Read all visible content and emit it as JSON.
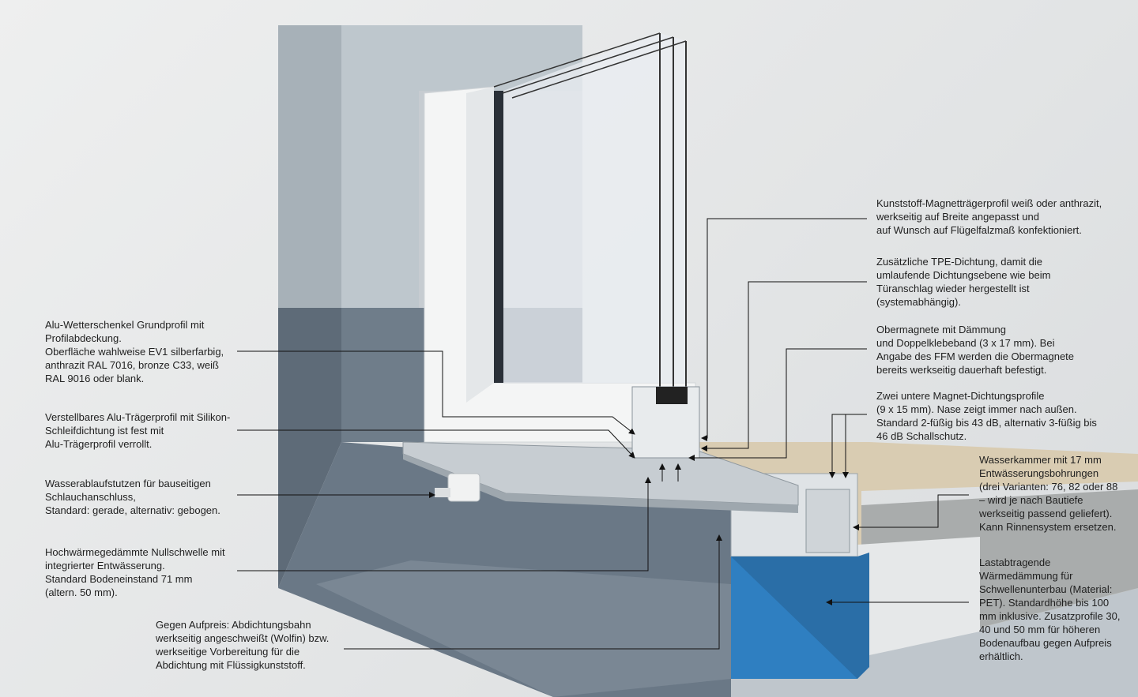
{
  "annotations": {
    "magnet_carrier": "Kunststoff-Magnetträgerprofil weiß oder anthrazit,\nwerkseitig auf Breite angepasst und\nauf Wunsch auf Flügelfalzmaß konfektioniert.",
    "tpe_seal": "Zusätzliche TPE-Dichtung, damit die\numlaufende Dichtungsebene wie beim\nTüranschlag wieder hergestellt ist\n(systemabhängig).",
    "upper_magnets": "Obermagnete mit Dämmung\nund Doppelklebeband (3 x 17 mm). Bei\nAngabe des FFM werden die Obermagnete\nbereits werkseitig dauerhaft befestigt.",
    "lower_magnet_profiles": "Zwei untere Magnet-Dichtungsprofile\n(9 x 15 mm). Nase zeigt immer nach außen.\nStandard 2-füßig bis 43 dB, alternativ 3-füßig bis\n46 dB Schallschutz.",
    "water_chamber": "Wasserkammer mit 17 mm\nEntwässerungsbohrungen\n(drei Varianten: 76, 82 oder 88\n– wird je nach Bautiefe\nwerkseitig passend geliefert).\nKann Rinnensystem ersetzen.",
    "insulation": "Lastabtragende\nWärmedämmung für\nSchwellenunterbau (Material:\nPET). Standardhöhe bis 100\nmm inklusive. Zusatzprofile 30,\n40 und 50 mm für höheren\nBodenaufbau gegen Aufpreis\nerhältlich.",
    "weather_bar": "Alu-Wetterschenkel Grundprofil mit\nProfilabdeckung.\nOberfläche wahlweise EV1 silberfarbig,\nanthrazit RAL 7016, bronze C33, weiß\nRAL 9016 oder blank.",
    "carrier_profile": "Verstellbares Alu-Trägerprofil mit Silikon-\nSchleifdichtung ist fest mit\nAlu-Trägerprofil verrollt.",
    "drain_outlet": "Wasserablaufstutzen für bauseitigen\nSchlauchanschluss,\nStandard: gerade, alternativ: gebogen.",
    "zero_threshold": "Hochwärmegedämmte Nullschwelle mit\nintegrierter Entwässerung.\nStandard Bodeneinstand 71 mm\n(altern. 50 mm).",
    "sealing_membrane": "Gegen Aufpreis: Abdichtungsbahn\nwerkseitig angeschweißt (Wolfin) bzw.\nwerkseitige Vorbereitung für die\nAbdichtung mit Flüssigkunststoff."
  },
  "colors": {
    "concrete": "#b9c2c8",
    "wall_lower": "#6f7d8a",
    "insulation_blue": "#2f7fc1",
    "wood": "#d9ccb2",
    "frame_white": "#f4f5f5"
  }
}
